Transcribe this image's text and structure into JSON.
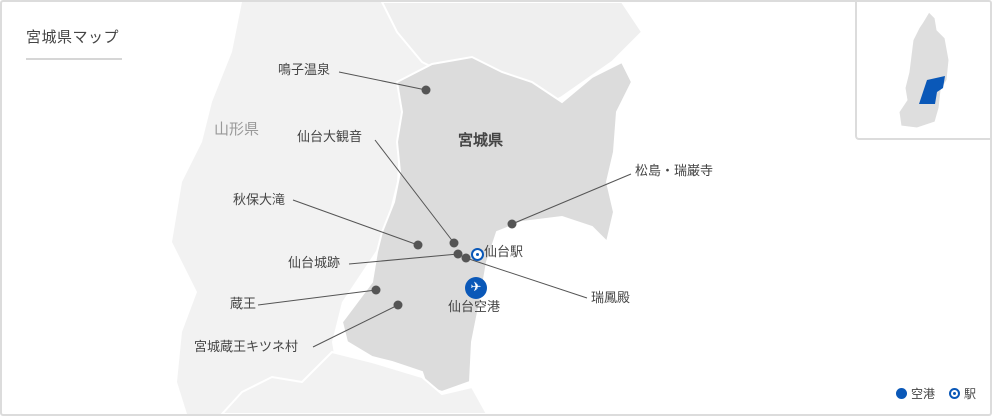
{
  "title": "宮城県マップ",
  "prefectures": {
    "main": "宮城県",
    "neighbor": "山形県"
  },
  "spots": [
    {
      "name": "鳴子温泉"
    },
    {
      "name": "仙台大観音"
    },
    {
      "name": "秋保大滝"
    },
    {
      "name": "仙台城跡"
    },
    {
      "name": "蔵王"
    },
    {
      "name": "宮城蔵王キツネ村"
    },
    {
      "name": "松島・瑞巌寺"
    },
    {
      "name": "瑞鳳殿"
    }
  ],
  "station": {
    "name": "仙台駅",
    "icon": "station-icon"
  },
  "airport": {
    "name": "仙台空港",
    "icon": "airplane-icon",
    "glyph": "✈"
  },
  "legend": {
    "airport_label": "空港",
    "station_label": "駅"
  },
  "colors": {
    "accent": "#0a58b8",
    "miyagi": "#dcdcdc",
    "neighbor": "#f2f2f2",
    "border": "#ffffff",
    "marker": "#555555"
  }
}
